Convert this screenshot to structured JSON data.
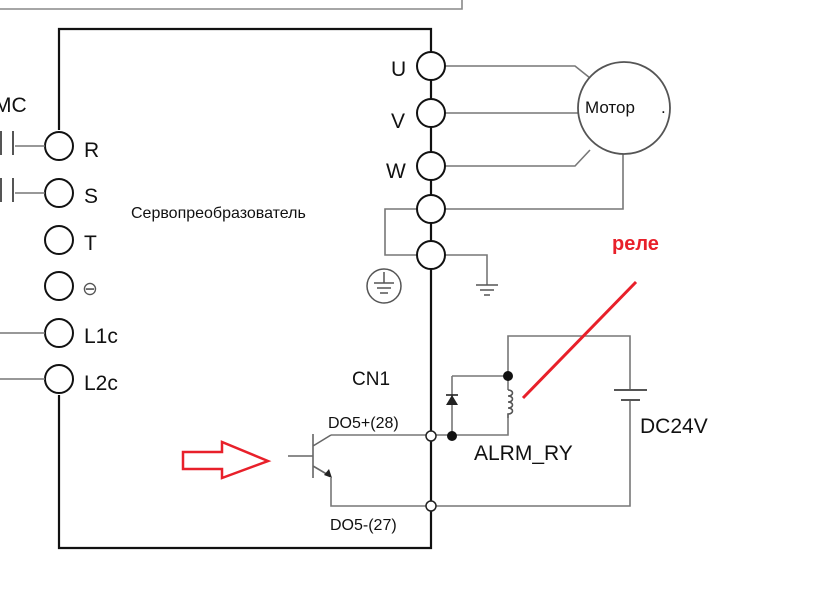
{
  "labels": {
    "contactor": "MC",
    "left_terminals": [
      "R",
      "S",
      "T",
      "⊖",
      "L1c",
      "L2c"
    ],
    "right_terminals": [
      "U",
      "V",
      "W"
    ],
    "drive": "Сервопреобразователь",
    "motor": "Мотор",
    "motor_dot": ".",
    "connector": "CN1",
    "do_plus": "DO5+(28)",
    "do_minus": "DO5-(27)",
    "relay_name": "ALRM_RY",
    "supply": "DC24V",
    "annotation": "реле"
  },
  "colors": {
    "annotation": "#e8202a",
    "wire": "#777777",
    "frame": "#111111"
  }
}
